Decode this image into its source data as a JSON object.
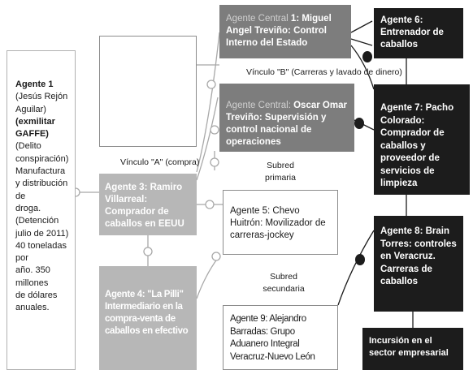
{
  "agent1": {
    "title": "Agente 1",
    "lines": [
      "(Jesús Rejón",
      "Aguilar)"
    ],
    "bold_lines": [
      "(exmilitar",
      "GAFFE)"
    ],
    "rest": [
      "(Delito",
      "conspiración)",
      "Manufactura",
      "y distribución de",
      "droga.",
      "(Detención",
      "julio de 2011)",
      "40 toneladas por",
      "año. 350 millones",
      "de dólares",
      "anuales."
    ]
  },
  "central1": {
    "prefix": "Agente Central ",
    "num": "1: ",
    "text": "Miguel Angel Treviño: Control Interno del Estado"
  },
  "central2": {
    "prefix": "Agente Central: ",
    "text": "Oscar Omar Treviño: Supervisión y control nacional de operaciones"
  },
  "agent3": {
    "text": "Agente 3: Ramiro Villarreal: Comprador de caballos en EEUU"
  },
  "agent4": {
    "text": "Agente 4: \"La Pilli\" Intermediario en la compra-venta de caballos en efectivo"
  },
  "agent5": {
    "text": "Agente 5: Chevo Huitrón: Movilizador de carreras-jockey"
  },
  "agent6": {
    "text": "Agente 6: Entrenador de caballos"
  },
  "agent7": {
    "text": "Agente 7: Pacho Colorado: Comprador de caballos y proveedor de servicios de limpieza"
  },
  "agent8": {
    "text": "Agente 8: Brain Torres: controles en Veracruz. Carreras de caballos"
  },
  "agent9": {
    "text": "Agente 9: Alejandro Barradas: Grupo Aduanero Integral Veracruz-Nuevo León"
  },
  "incursion": {
    "text": "Incursión en el sector empresarial"
  },
  "labels": {
    "vinculo_b": "Vínculo \"B\" (Carreras y lavado de dinero)",
    "vinculo_a": "Vínculo \"A\" (compra)",
    "subred_primaria": "Subred primaria",
    "subred_secundaria": "Subred secundaria"
  }
}
